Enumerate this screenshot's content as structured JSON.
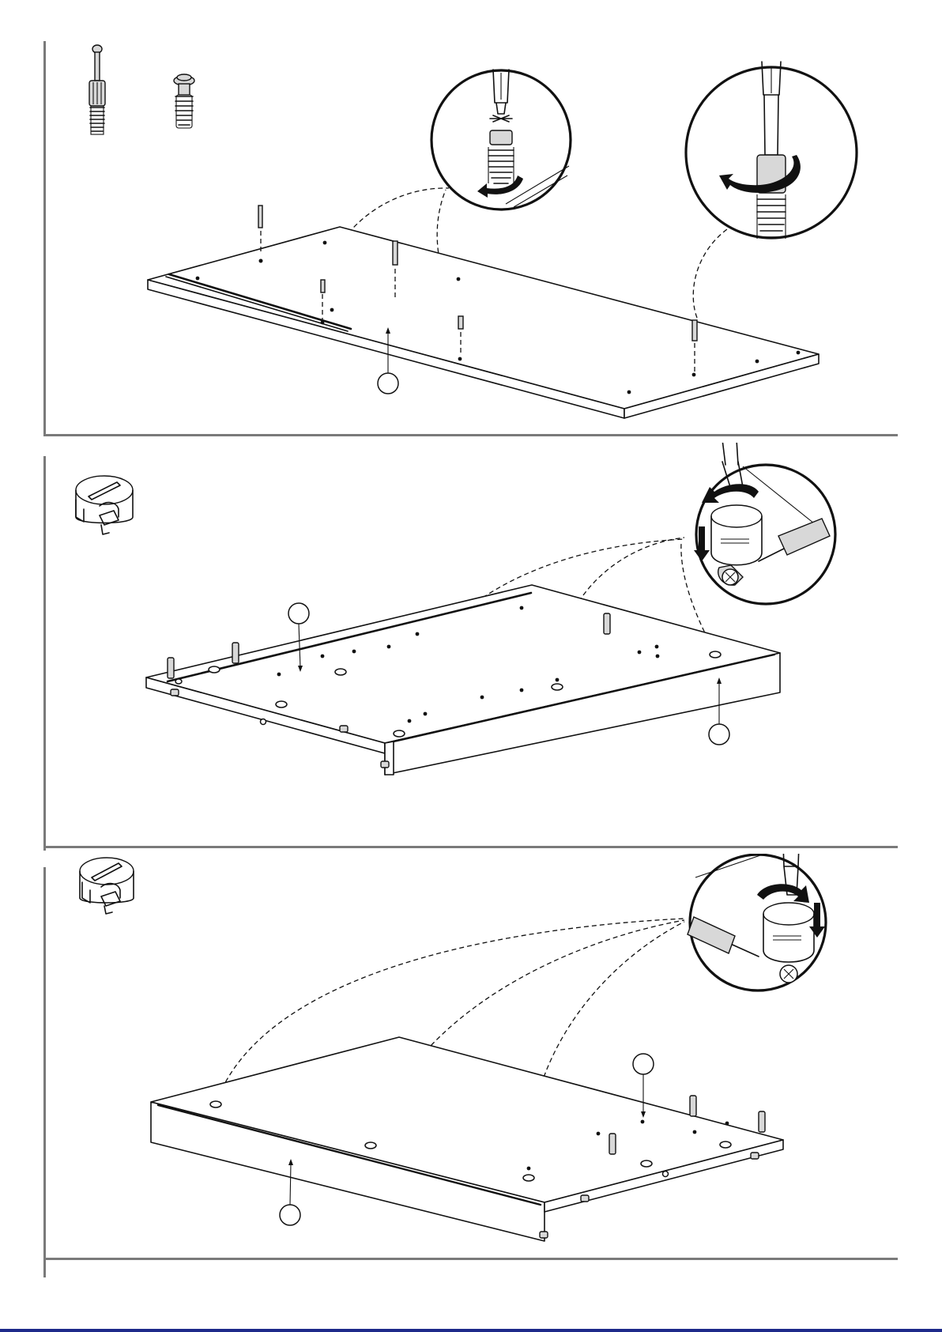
{
  "document": {
    "kind": "assembly-instructions",
    "steps": [
      {
        "id": "step-1",
        "parts_shown": [
          "dowel-screw",
          "cam-bolt-insert"
        ],
        "tool_icon": "screwdriver-icon",
        "rotation_icon": "arrow-clockwise-icon"
      },
      {
        "id": "step-2",
        "parts_shown": [
          "cam-lock-nut"
        ],
        "tool_icon": "screwdriver-icon",
        "rotation_icon": "arrow-clockwise-icon"
      },
      {
        "id": "step-3",
        "parts_shown": [
          "cam-lock-nut"
        ],
        "tool_icon": "screwdriver-icon",
        "rotation_icon": "arrow-clockwise-icon"
      }
    ],
    "colors": {
      "line": "#111111",
      "frame": "#7a7a7a",
      "bottom_rule": "#1e2a8a"
    }
  }
}
